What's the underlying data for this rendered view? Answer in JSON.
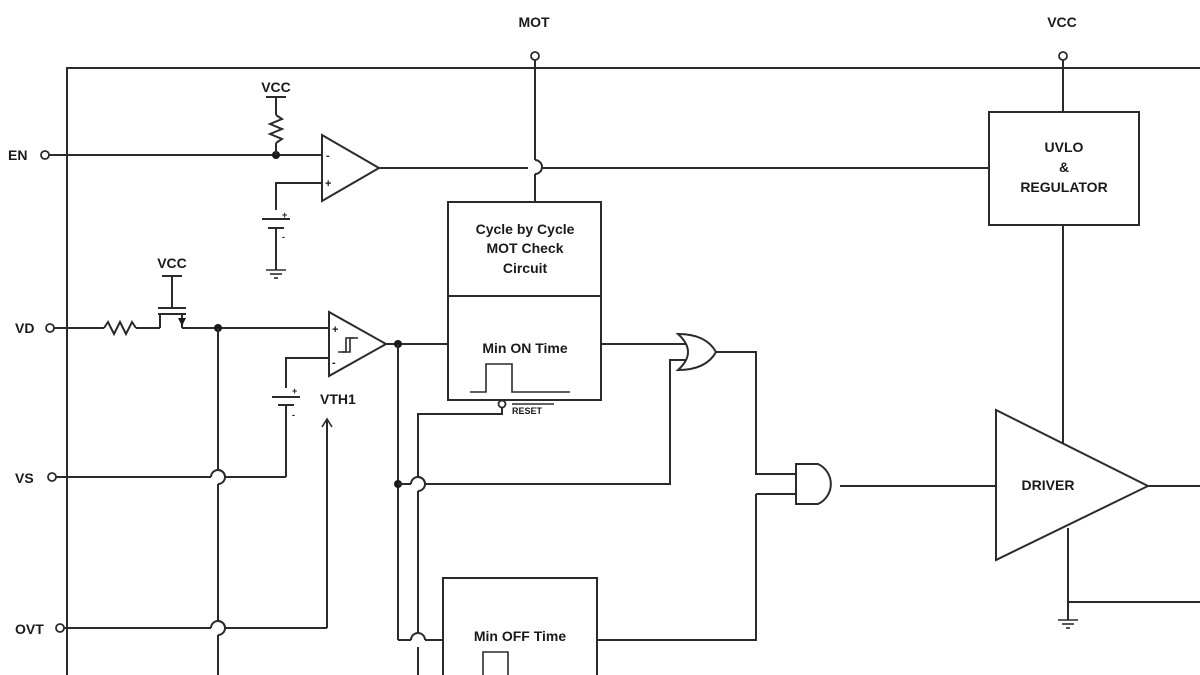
{
  "pins": {
    "mot": "MOT",
    "vcc_top": "VCC",
    "en": "EN",
    "vd": "VD",
    "vs": "VS",
    "ovt": "OVT"
  },
  "supplies": {
    "vcc_en_pullup": "VCC",
    "vcc_vd_switch": "VCC"
  },
  "labels": {
    "vth1": "VTH1",
    "reset": "RESET"
  },
  "blocks": {
    "uvlo": [
      "UVLO",
      "&",
      "REGULATOR"
    ],
    "mot_check": [
      "Cycle by Cycle",
      "MOT Check",
      "Circuit"
    ],
    "min_on": "Min ON Time",
    "min_off": "Min OFF Time",
    "driver": "DRIVER"
  },
  "comparator_signs": {
    "minus": "-",
    "plus": "+"
  }
}
